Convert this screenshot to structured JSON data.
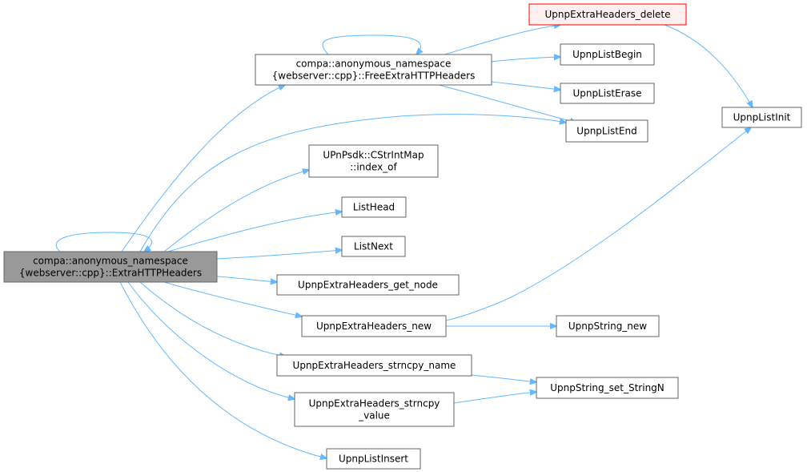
{
  "graph": {
    "nodes": [
      {
        "id": "extra",
        "lines": [
          "compa::anonymous_namespace",
          "{webserver::cpp}::ExtraHTTPHeaders"
        ],
        "style": "root"
      },
      {
        "id": "free",
        "lines": [
          "compa::anonymous_namespace",
          "{webserver::cpp}::FreeExtraHTTPHeaders"
        ],
        "style": "normal"
      },
      {
        "id": "indexof",
        "lines": [
          "UPnPsdk::CStrIntMap",
          "::index_of"
        ],
        "style": "normal"
      },
      {
        "id": "listhead",
        "lines": [
          "ListHead"
        ],
        "style": "normal"
      },
      {
        "id": "listnext",
        "lines": [
          "ListNext"
        ],
        "style": "normal"
      },
      {
        "id": "getnode",
        "lines": [
          "UpnpExtraHeaders_get_node"
        ],
        "style": "normal"
      },
      {
        "id": "ehnew",
        "lines": [
          "UpnpExtraHeaders_new"
        ],
        "style": "normal"
      },
      {
        "id": "strname",
        "lines": [
          "UpnpExtraHeaders_strncpy_name"
        ],
        "style": "normal"
      },
      {
        "id": "strvalue",
        "lines": [
          "UpnpExtraHeaders_strncpy",
          "_value"
        ],
        "style": "normal"
      },
      {
        "id": "listinsert",
        "lines": [
          "UpnpListInsert"
        ],
        "style": "normal"
      },
      {
        "id": "ehdelete",
        "lines": [
          "UpnpExtraHeaders_delete"
        ],
        "style": "highlight"
      },
      {
        "id": "listbegin",
        "lines": [
          "UpnpListBegin"
        ],
        "style": "normal"
      },
      {
        "id": "listerase",
        "lines": [
          "UpnpListErase"
        ],
        "style": "normal"
      },
      {
        "id": "listend",
        "lines": [
          "UpnpListEnd"
        ],
        "style": "normal"
      },
      {
        "id": "strnew",
        "lines": [
          "UpnpString_new"
        ],
        "style": "normal"
      },
      {
        "id": "strsetn",
        "lines": [
          "UpnpString_set_StringN"
        ],
        "style": "normal"
      },
      {
        "id": "listinit",
        "lines": [
          "UpnpListInit"
        ],
        "style": "normal"
      }
    ],
    "edges": [
      {
        "from": "extra",
        "to": "extra"
      },
      {
        "from": "extra",
        "to": "free"
      },
      {
        "from": "extra",
        "to": "listend"
      },
      {
        "from": "extra",
        "to": "indexof"
      },
      {
        "from": "extra",
        "to": "listhead"
      },
      {
        "from": "extra",
        "to": "listnext"
      },
      {
        "from": "extra",
        "to": "getnode"
      },
      {
        "from": "extra",
        "to": "ehnew"
      },
      {
        "from": "extra",
        "to": "strname"
      },
      {
        "from": "extra",
        "to": "strvalue"
      },
      {
        "from": "extra",
        "to": "listinsert"
      },
      {
        "from": "free",
        "to": "free"
      },
      {
        "from": "free",
        "to": "ehdelete"
      },
      {
        "from": "free",
        "to": "listbegin"
      },
      {
        "from": "free",
        "to": "listerase"
      },
      {
        "from": "free",
        "to": "listend"
      },
      {
        "from": "ehdelete",
        "to": "listinit"
      },
      {
        "from": "ehnew",
        "to": "listinit"
      },
      {
        "from": "ehnew",
        "to": "strnew"
      },
      {
        "from": "strname",
        "to": "strsetn"
      },
      {
        "from": "strvalue",
        "to": "strsetn"
      }
    ]
  },
  "colors": {
    "edge": "#63b8ff",
    "node_border": "#666666",
    "node_fill": "#ffffff",
    "root_fill": "#999999",
    "highlight_fill": "#fff0f0",
    "highlight_border": "#ff0000"
  }
}
